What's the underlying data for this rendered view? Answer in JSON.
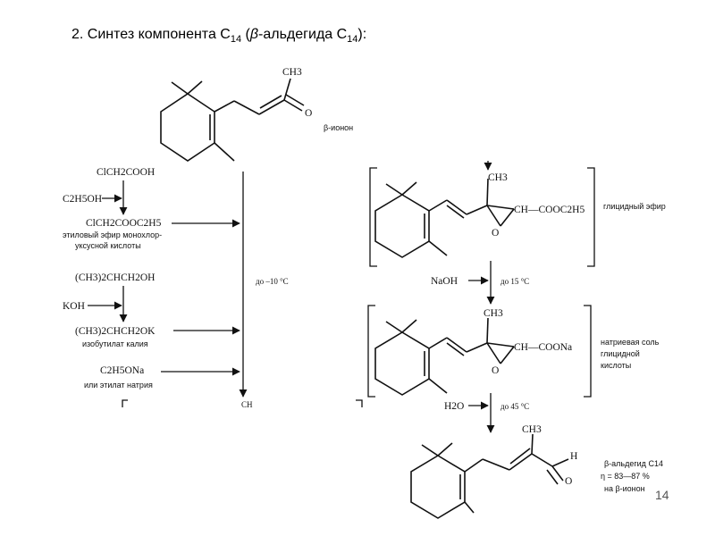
{
  "title": {
    "prefix": "2. Синтез компонента С",
    "sub1": "14",
    "middle": " (",
    "beta": "β",
    "suffix": "-альдегида С",
    "sub2": "14",
    "end": "):"
  },
  "labels": {
    "ch3_top": "CH3",
    "o_top": "O",
    "beta_ionone": "β-ионон",
    "clch2cooh": "ClCH2COOH",
    "c2h5oh": "C2H5OH",
    "ester": "ClCH2COOC2H5",
    "ester_name_1": "этиловый эфир монохлор-",
    "ester_name_2": "уксусной кислоты",
    "isobutanol": "(CH3)2CHCH2OH",
    "koh": "KOH",
    "isobutylate": "(CH3)2CHCH2OK",
    "isobutylate_name": "изобутилат калия",
    "c2h5ona": "C2H5ONa",
    "c2h5ona_name": "или этилат натрия",
    "temp1": "до –10 °С",
    "cut_ch": "CH",
    "ch3_g": "CH3",
    "glycid_group": "CH—COOC2H5",
    "glycid_name": "глицидный эфир",
    "naoh": "NaOH",
    "temp2": "до 15 °С",
    "ch3_na": "CH3",
    "na_group": "CH—COONa",
    "na_name_1": "натриевая соль",
    "na_name_2": "глицидной",
    "na_name_3": "кислоты",
    "h2o": "H2O",
    "temp3": "до 45 °С",
    "ch3_p": "CH3",
    "h_p": "H",
    "o_p": "O",
    "product_name": "β-альдегид C14",
    "yield": "η = 83—87 %",
    "yield_basis": "на β-ионон"
  },
  "page_number": "14"
}
